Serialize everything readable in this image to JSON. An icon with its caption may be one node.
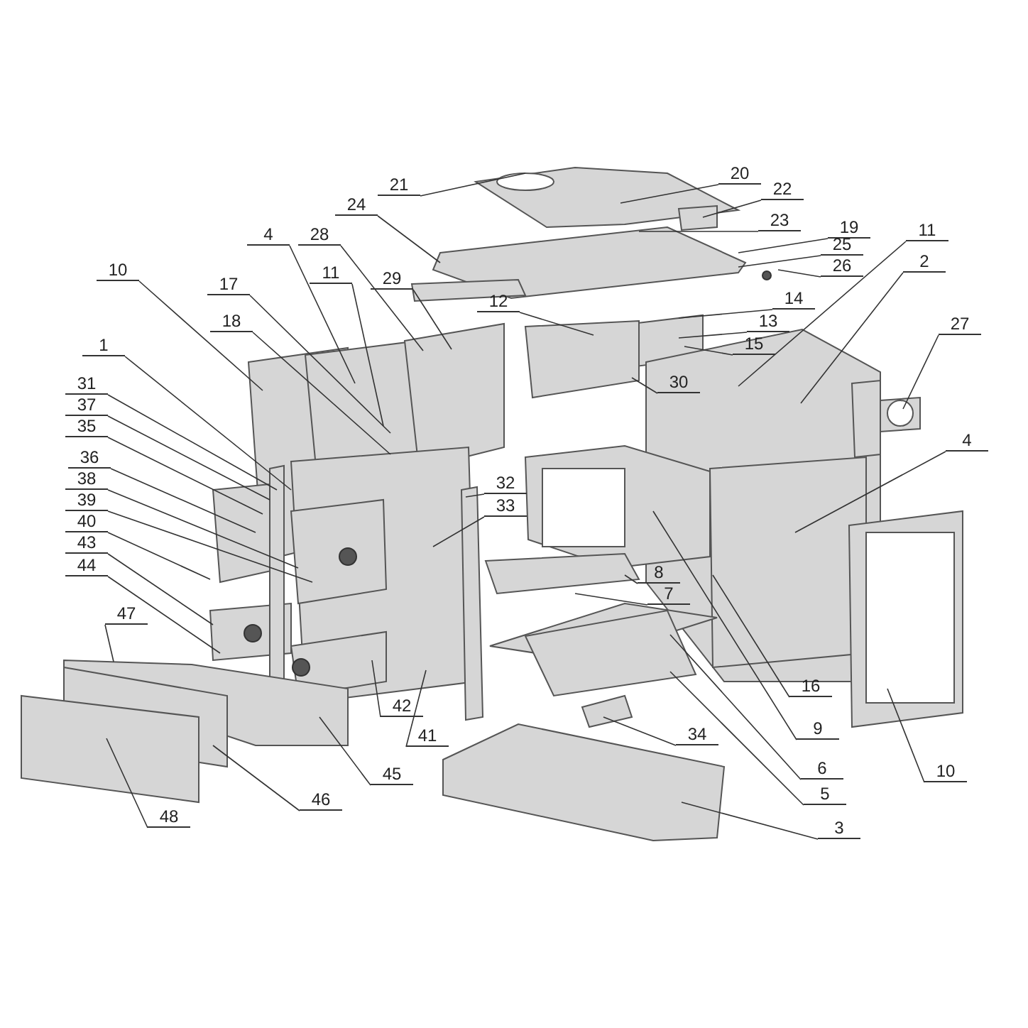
{
  "diagram": {
    "nodes": [
      {
        "text": [
          "21"
        ]
      },
      {
        "text": [
          "20"
        ]
      },
      {
        "text": [
          "22"
        ]
      },
      {
        "text": [
          "24"
        ]
      },
      {
        "text": [
          "23"
        ]
      },
      {
        "text": [
          "19"
        ]
      },
      {
        "text": [
          "28"
        ]
      },
      {
        "text": [
          "11"
        ]
      },
      {
        "text": [
          "4"
        ]
      },
      {
        "text": [
          "17"
        ]
      },
      {
        "text": [
          "18"
        ]
      },
      {
        "text": [
          "10"
        ]
      },
      {
        "text": [
          "29"
        ]
      },
      {
        "text": [
          "12"
        ]
      },
      {
        "text": [
          "25"
        ]
      },
      {
        "text": [
          "26"
        ]
      },
      {
        "text": [
          "14"
        ]
      },
      {
        "text": [
          "13"
        ]
      },
      {
        "text": [
          "15"
        ]
      },
      {
        "text": [
          "30"
        ]
      },
      {
        "text": [
          "11"
        ]
      },
      {
        "text": [
          "2"
        ]
      },
      {
        "text": [
          "27"
        ]
      },
      {
        "text": [
          "1"
        ]
      },
      {
        "text": [
          "31"
        ]
      },
      {
        "text": [
          "37"
        ]
      },
      {
        "text": [
          "35"
        ]
      },
      {
        "text": [
          "36"
        ]
      },
      {
        "text": [
          "38"
        ]
      },
      {
        "text": [
          "39"
        ]
      },
      {
        "text": [
          "40"
        ]
      },
      {
        "text": [
          "43"
        ]
      },
      {
        "text": [
          "44"
        ]
      },
      {
        "text": [
          "32"
        ]
      },
      {
        "text": [
          "33"
        ]
      },
      {
        "text": [
          "4"
        ]
      },
      {
        "text": [
          "8"
        ]
      },
      {
        "text": [
          "7"
        ]
      },
      {
        "text": [
          "47"
        ]
      },
      {
        "text": [
          "42"
        ]
      },
      {
        "text": [
          "41"
        ]
      },
      {
        "text": [
          "16"
        ]
      },
      {
        "text": [
          "9"
        ]
      },
      {
        "text": [
          "34"
        ]
      },
      {
        "text": [
          "6"
        ]
      },
      {
        "text": [
          "10"
        ]
      },
      {
        "text": [
          "45"
        ]
      },
      {
        "text": [
          "5"
        ]
      },
      {
        "text": [
          "46"
        ]
      },
      {
        "text": [
          "48"
        ]
      },
      {
        "text": [
          "3"
        ]
      }
    ],
    "edges": [
      {
        "from": 0,
        "to": null,
        "arrow": "none"
      },
      {
        "from": 1,
        "to": null,
        "arrow": "none"
      },
      {
        "from": 2,
        "to": null,
        "arrow": "none"
      },
      {
        "from": 3,
        "to": null,
        "arrow": "none"
      },
      {
        "from": 4,
        "to": null,
        "arrow": "none"
      },
      {
        "from": 5,
        "to": null,
        "arrow": "none"
      },
      {
        "from": 6,
        "to": null,
        "arrow": "none"
      },
      {
        "from": 7,
        "to": null,
        "arrow": "none"
      },
      {
        "from": 8,
        "to": null,
        "arrow": "none"
      },
      {
        "from": 9,
        "to": null,
        "arrow": "none"
      },
      {
        "from": 10,
        "to": null,
        "arrow": "none"
      },
      {
        "from": 11,
        "to": null,
        "arrow": "none"
      },
      {
        "from": 12,
        "to": null,
        "arrow": "none"
      },
      {
        "from": 13,
        "to": null,
        "arrow": "none"
      },
      {
        "from": 14,
        "to": null,
        "arrow": "none"
      },
      {
        "from": 15,
        "to": null,
        "arrow": "none"
      },
      {
        "from": 16,
        "to": null,
        "arrow": "none"
      },
      {
        "from": 17,
        "to": null,
        "arrow": "none"
      },
      {
        "from": 18,
        "to": null,
        "arrow": "none"
      },
      {
        "from": 19,
        "to": null,
        "arrow": "none"
      },
      {
        "from": 20,
        "to": null,
        "arrow": "none"
      },
      {
        "from": 21,
        "to": null,
        "arrow": "none"
      },
      {
        "from": 22,
        "to": null,
        "arrow": "none"
      },
      {
        "from": 23,
        "to": null,
        "arrow": "none"
      },
      {
        "from": 24,
        "to": null,
        "arrow": "none"
      },
      {
        "from": 25,
        "to": null,
        "arrow": "none"
      },
      {
        "from": 26,
        "to": null,
        "arrow": "none"
      },
      {
        "from": 27,
        "to": null,
        "arrow": "none"
      },
      {
        "from": 28,
        "to": null,
        "arrow": "none"
      },
      {
        "from": 29,
        "to": null,
        "arrow": "none"
      },
      {
        "from": 30,
        "to": null,
        "arrow": "none"
      },
      {
        "from": 31,
        "to": null,
        "arrow": "none"
      },
      {
        "from": 32,
        "to": null,
        "arrow": "none"
      },
      {
        "from": 33,
        "to": null,
        "arrow": "none"
      },
      {
        "from": 34,
        "to": null,
        "arrow": "none"
      },
      {
        "from": 35,
        "to": null,
        "arrow": "none"
      },
      {
        "from": 36,
        "to": null,
        "arrow": "none"
      },
      {
        "from": 37,
        "to": null,
        "arrow": "none"
      },
      {
        "from": 38,
        "to": null,
        "arrow": "none"
      },
      {
        "from": 39,
        "to": null,
        "arrow": "none"
      },
      {
        "from": 40,
        "to": null,
        "arrow": "none"
      },
      {
        "from": 41,
        "to": null,
        "arrow": "none"
      },
      {
        "from": 42,
        "to": null,
        "arrow": "none"
      },
      {
        "from": 43,
        "to": null,
        "arrow": "none"
      },
      {
        "from": 44,
        "to": null,
        "arrow": "none"
      },
      {
        "from": 45,
        "to": null,
        "arrow": "none"
      },
      {
        "from": 46,
        "to": null,
        "arrow": "none"
      },
      {
        "from": 47,
        "to": null,
        "arrow": "none"
      },
      {
        "from": 48,
        "to": null,
        "arrow": "none"
      },
      {
        "from": 49,
        "to": null,
        "arrow": "none"
      },
      {
        "from": 50,
        "to": null,
        "arrow": "none"
      }
    ]
  }
}
